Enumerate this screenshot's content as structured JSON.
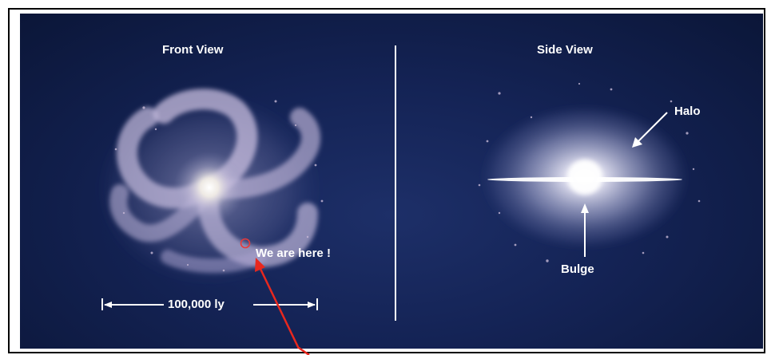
{
  "front": {
    "title": "Front View",
    "here_label": "We are here !",
    "scale_label": "100,000 ly"
  },
  "side": {
    "title": "Side View",
    "halo_label": "Halo",
    "bulge_label": "Bulge"
  },
  "colors": {
    "background": "#142355",
    "text": "#ffffff",
    "pointer_arrow": "#e8281e",
    "marker_circle": "#e83a3a"
  }
}
